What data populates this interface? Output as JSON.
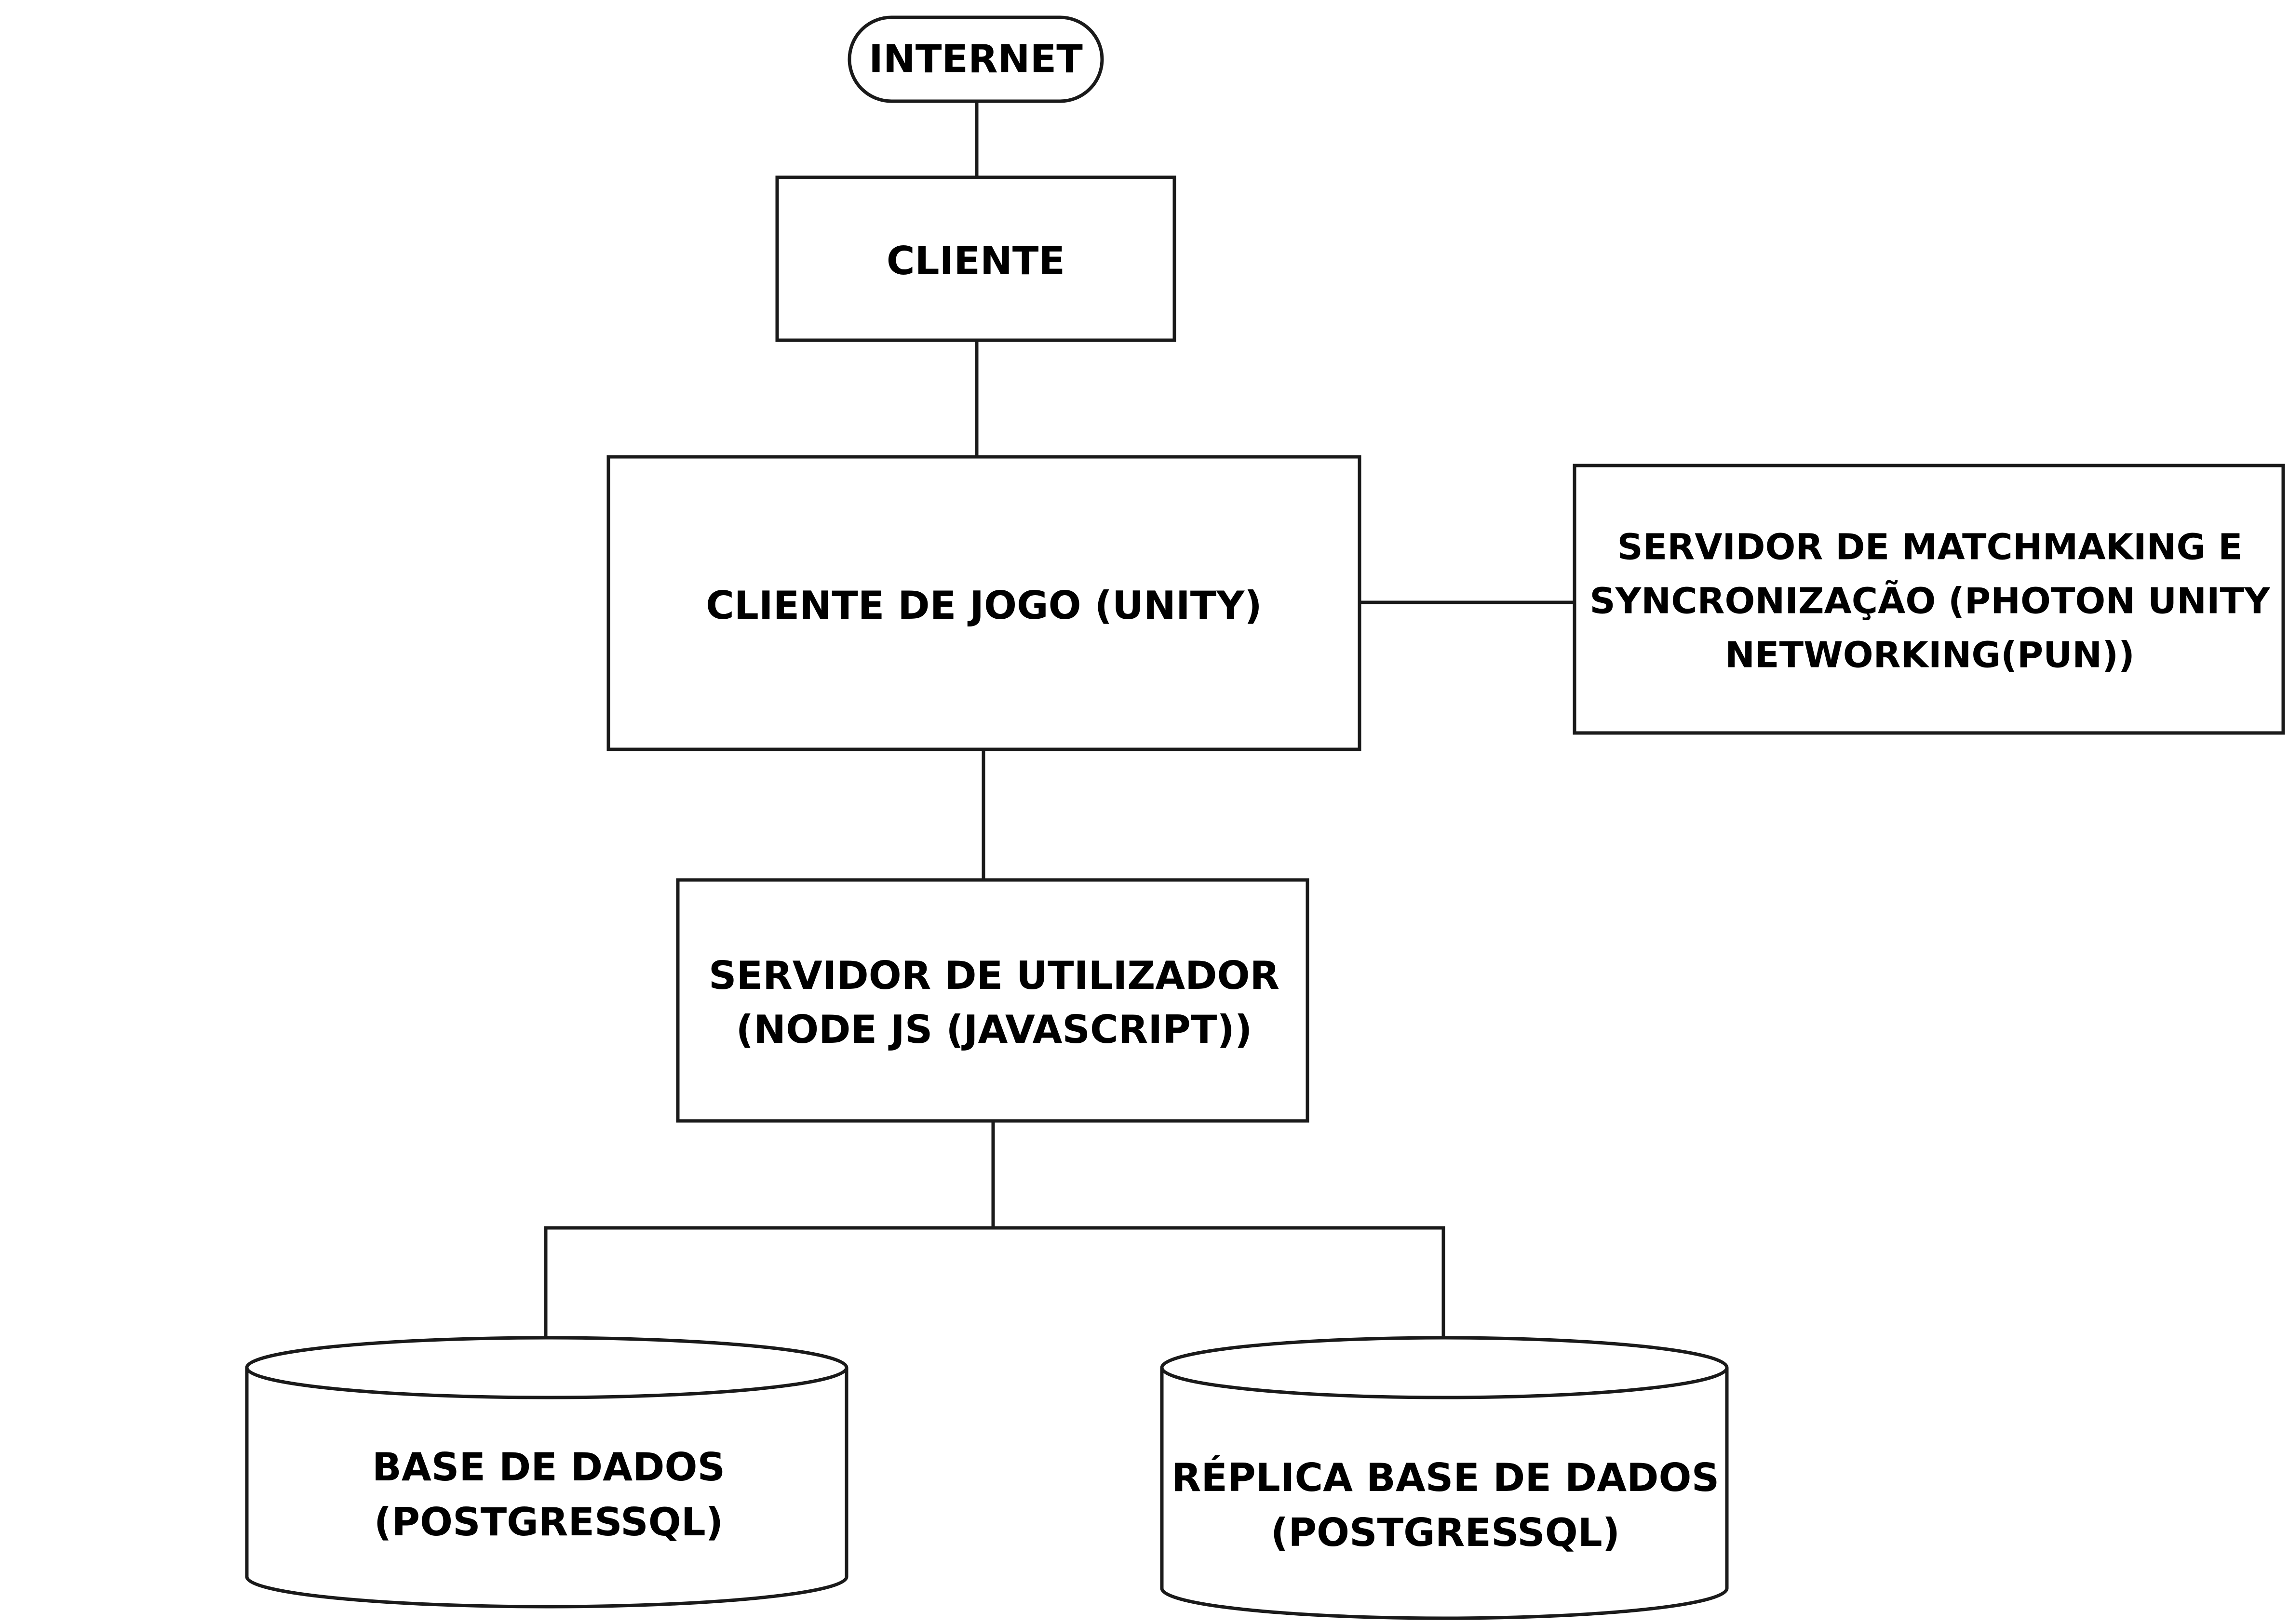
{
  "nodes": {
    "internet": {
      "label": "INTERNET"
    },
    "cliente": {
      "label": "CLIENTE"
    },
    "cliente_jogo": {
      "label": "CLIENTE DE JOGO (UNITY)"
    },
    "servidor_matchmaking": {
      "line1": "SERVIDOR DE MATCHMAKING E",
      "line2": "SYNCRONIZAÇÃO (PHOTON UNITY",
      "line3": "NETWORKING(PUN))"
    },
    "servidor_utilizador": {
      "line1": "SERVIDOR DE UTILIZADOR",
      "line2": "(NODE JS (JAVASCRIPT))"
    },
    "base_dados": {
      "line1": "BASE DE DADOS",
      "line2": "(POSTGRESSQL)"
    },
    "replica_base_dados": {
      "line1": "RÉPLICA BASE DE DADOS",
      "line2": "(POSTGRESSQL)"
    }
  }
}
